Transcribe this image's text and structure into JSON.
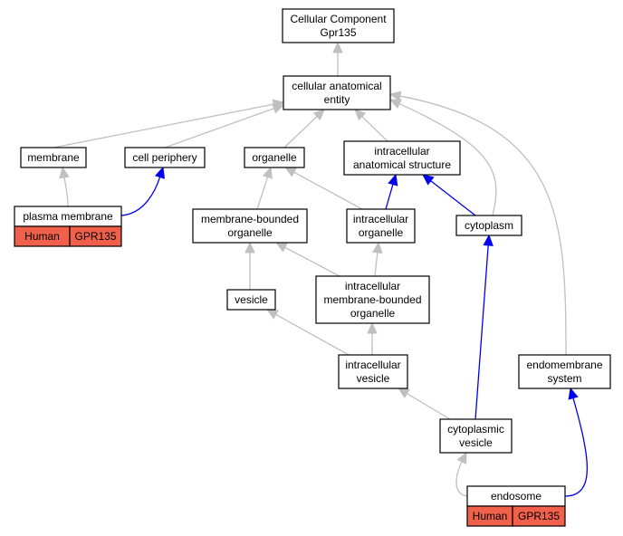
{
  "colors": {
    "is_a_edge": "#c0c0c0",
    "part_of_edge": "#0000ee",
    "annotation_fill": "#f0604a"
  },
  "nodes": [
    {
      "id": "root",
      "lines": [
        "Cellular Component",
        "Gpr135"
      ]
    },
    {
      "id": "cae",
      "lines": [
        "cellular anatomical",
        "entity"
      ]
    },
    {
      "id": "membrane",
      "lines": [
        "membrane"
      ]
    },
    {
      "id": "periphery",
      "lines": [
        "cell periphery"
      ]
    },
    {
      "id": "organelle",
      "lines": [
        "organelle"
      ]
    },
    {
      "id": "ias",
      "lines": [
        "intracellular",
        "anatomical structure"
      ]
    },
    {
      "id": "pm",
      "lines": [
        "plasma membrane"
      ],
      "annotation": [
        "Human",
        "GPR135"
      ]
    },
    {
      "id": "mbo",
      "lines": [
        "membrane-bounded",
        "organelle"
      ]
    },
    {
      "id": "io",
      "lines": [
        "intracellular",
        "organelle"
      ]
    },
    {
      "id": "cytoplasm",
      "lines": [
        "cytoplasm"
      ]
    },
    {
      "id": "vesicle",
      "lines": [
        "vesicle"
      ]
    },
    {
      "id": "imbo",
      "lines": [
        "intracellular",
        "membrane-bounded",
        "organelle"
      ]
    },
    {
      "id": "iv",
      "lines": [
        "intracellular",
        "vesicle"
      ]
    },
    {
      "id": "ems",
      "lines": [
        "endomembrane",
        "system"
      ]
    },
    {
      "id": "cv",
      "lines": [
        "cytoplasmic",
        "vesicle"
      ]
    },
    {
      "id": "endosome",
      "lines": [
        "endosome"
      ],
      "annotation": [
        "Human",
        "GPR135"
      ]
    }
  ],
  "edges": [
    {
      "from": "cae",
      "to": "root",
      "type": "is_a"
    },
    {
      "from": "membrane",
      "to": "cae",
      "type": "is_a"
    },
    {
      "from": "periphery",
      "to": "cae",
      "type": "is_a"
    },
    {
      "from": "organelle",
      "to": "cae",
      "type": "is_a"
    },
    {
      "from": "ias",
      "to": "cae",
      "type": "is_a"
    },
    {
      "from": "cytoplasm",
      "to": "cae",
      "type": "is_a"
    },
    {
      "from": "ems",
      "to": "cae",
      "type": "is_a"
    },
    {
      "from": "pm",
      "to": "membrane",
      "type": "is_a"
    },
    {
      "from": "pm",
      "to": "periphery",
      "type": "part_of"
    },
    {
      "from": "mbo",
      "to": "organelle",
      "type": "is_a"
    },
    {
      "from": "io",
      "to": "organelle",
      "type": "is_a"
    },
    {
      "from": "io",
      "to": "ias",
      "type": "part_of"
    },
    {
      "from": "cytoplasm",
      "to": "ias",
      "type": "part_of"
    },
    {
      "from": "vesicle",
      "to": "mbo",
      "type": "is_a"
    },
    {
      "from": "imbo",
      "to": "mbo",
      "type": "is_a"
    },
    {
      "from": "imbo",
      "to": "io",
      "type": "is_a"
    },
    {
      "from": "iv",
      "to": "vesicle",
      "type": "is_a"
    },
    {
      "from": "iv",
      "to": "imbo",
      "type": "is_a"
    },
    {
      "from": "cv",
      "to": "iv",
      "type": "is_a"
    },
    {
      "from": "cv",
      "to": "cytoplasm",
      "type": "part_of"
    },
    {
      "from": "endosome",
      "to": "cv",
      "type": "is_a"
    },
    {
      "from": "endosome",
      "to": "ems",
      "type": "part_of"
    }
  ]
}
